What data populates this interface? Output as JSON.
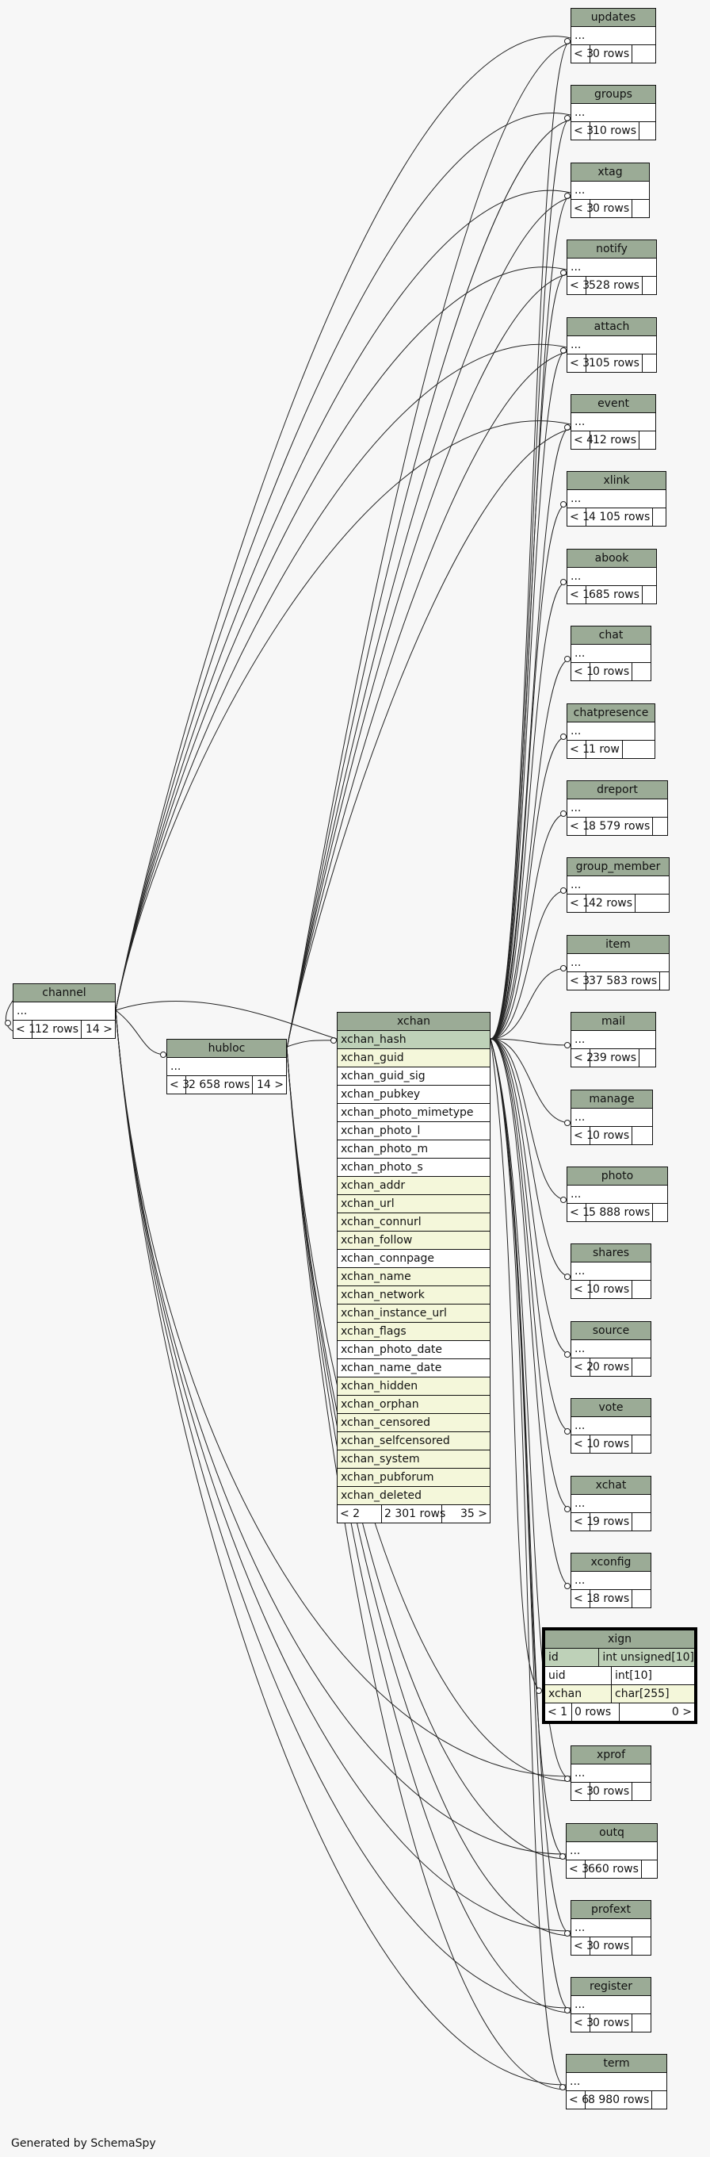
{
  "footer": "Generated by SchemaSpy",
  "center_table": {
    "name": "xchan",
    "columns": [
      {
        "name": "xchan_hash",
        "kind": "pk"
      },
      {
        "name": "xchan_guid",
        "kind": "idx"
      },
      {
        "name": "xchan_guid_sig",
        "kind": "plain"
      },
      {
        "name": "xchan_pubkey",
        "kind": "plain"
      },
      {
        "name": "xchan_photo_mimetype",
        "kind": "plain"
      },
      {
        "name": "xchan_photo_l",
        "kind": "plain"
      },
      {
        "name": "xchan_photo_m",
        "kind": "plain"
      },
      {
        "name": "xchan_photo_s",
        "kind": "plain"
      },
      {
        "name": "xchan_addr",
        "kind": "idx"
      },
      {
        "name": "xchan_url",
        "kind": "idx"
      },
      {
        "name": "xchan_connurl",
        "kind": "idx"
      },
      {
        "name": "xchan_follow",
        "kind": "idx"
      },
      {
        "name": "xchan_connpage",
        "kind": "plain"
      },
      {
        "name": "xchan_name",
        "kind": "idx"
      },
      {
        "name": "xchan_network",
        "kind": "idx"
      },
      {
        "name": "xchan_instance_url",
        "kind": "idx"
      },
      {
        "name": "xchan_flags",
        "kind": "idx"
      },
      {
        "name": "xchan_photo_date",
        "kind": "plain"
      },
      {
        "name": "xchan_name_date",
        "kind": "plain"
      },
      {
        "name": "xchan_hidden",
        "kind": "idx"
      },
      {
        "name": "xchan_orphan",
        "kind": "idx"
      },
      {
        "name": "xchan_censored",
        "kind": "idx"
      },
      {
        "name": "xchan_selfcensored",
        "kind": "idx"
      },
      {
        "name": "xchan_system",
        "kind": "idx"
      },
      {
        "name": "xchan_pubforum",
        "kind": "idx"
      },
      {
        "name": "xchan_deleted",
        "kind": "idx"
      }
    ],
    "footer": [
      "< 2",
      "2 301 rows",
      "35 >"
    ]
  },
  "left_tables": [
    {
      "name": "channel",
      "row": "...",
      "footer": [
        "< 1",
        "12 rows",
        "14 >"
      ]
    },
    {
      "name": "hubloc",
      "row": "...",
      "footer": [
        "< 3",
        "2 658 rows",
        "14 >"
      ]
    }
  ],
  "right_tables": [
    {
      "name": "updates",
      "row": "...",
      "footer": [
        "< 3",
        "0 rows"
      ]
    },
    {
      "name": "groups",
      "row": "...",
      "footer": [
        "< 3",
        "10 rows"
      ]
    },
    {
      "name": "xtag",
      "row": "...",
      "footer": [
        "< 3",
        "0 rows"
      ]
    },
    {
      "name": "notify",
      "row": "...",
      "footer": [
        "< 3",
        "528 rows"
      ]
    },
    {
      "name": "attach",
      "row": "...",
      "footer": [
        "< 3",
        "105 rows"
      ]
    },
    {
      "name": "event",
      "row": "...",
      "footer": [
        "< 4",
        "12 rows"
      ]
    },
    {
      "name": "xlink",
      "row": "...",
      "footer": [
        "< 1",
        "4 105 rows"
      ]
    },
    {
      "name": "abook",
      "row": "...",
      "footer": [
        "< 1",
        "685 rows"
      ]
    },
    {
      "name": "chat",
      "row": "...",
      "footer": [
        "< 1",
        "0 rows"
      ]
    },
    {
      "name": "chatpresence",
      "row": "...",
      "footer": [
        "< 1",
        "1 row"
      ]
    },
    {
      "name": "dreport",
      "row": "...",
      "footer": [
        "< 1",
        "8 579 rows"
      ]
    },
    {
      "name": "group_member",
      "row": "...",
      "footer": [
        "< 1",
        "42 rows"
      ]
    },
    {
      "name": "item",
      "row": "...",
      "footer": [
        "< 3",
        "37 583 rows"
      ]
    },
    {
      "name": "mail",
      "row": "...",
      "footer": [
        "< 2",
        "39 rows"
      ]
    },
    {
      "name": "manage",
      "row": "...",
      "footer": [
        "< 1",
        "0 rows"
      ]
    },
    {
      "name": "photo",
      "row": "...",
      "footer": [
        "< 1",
        "5 888 rows"
      ]
    },
    {
      "name": "shares",
      "row": "...",
      "footer": [
        "< 1",
        "0 rows"
      ]
    },
    {
      "name": "source",
      "row": "...",
      "footer": [
        "< 2",
        "0 rows"
      ]
    },
    {
      "name": "vote",
      "row": "...",
      "footer": [
        "< 1",
        "0 rows"
      ]
    },
    {
      "name": "xchat",
      "row": "...",
      "footer": [
        "< 1",
        "9 rows"
      ]
    },
    {
      "name": "xconfig",
      "row": "...",
      "footer": [
        "< 1",
        "8 rows"
      ]
    }
  ],
  "xign": {
    "name": "xign",
    "columns": [
      {
        "name": "id",
        "type": "int unsigned[10]",
        "kind": "pk"
      },
      {
        "name": "uid",
        "type": "int[10]",
        "kind": "plain"
      },
      {
        "name": "xchan",
        "type": "char[255]",
        "kind": "idx"
      }
    ],
    "footer": [
      "< 1",
      "0 rows",
      "0 >"
    ]
  },
  "bottom_tables": [
    {
      "name": "xprof",
      "row": "...",
      "footer": [
        "< 3",
        "0 rows"
      ]
    },
    {
      "name": "outq",
      "row": "...",
      "footer": [
        "< 3",
        "660 rows"
      ]
    },
    {
      "name": "profext",
      "row": "...",
      "footer": [
        "< 3",
        "0 rows"
      ]
    },
    {
      "name": "register",
      "row": "...",
      "footer": [
        "< 3",
        "0 rows"
      ]
    },
    {
      "name": "term",
      "row": "...",
      "footer": [
        "< 6",
        "8 980 rows"
      ]
    }
  ],
  "colors": {
    "header": "#9bab96",
    "pk": "#bed1b8",
    "indexed": "#f4f7da",
    "background": "#f7f7f7"
  }
}
